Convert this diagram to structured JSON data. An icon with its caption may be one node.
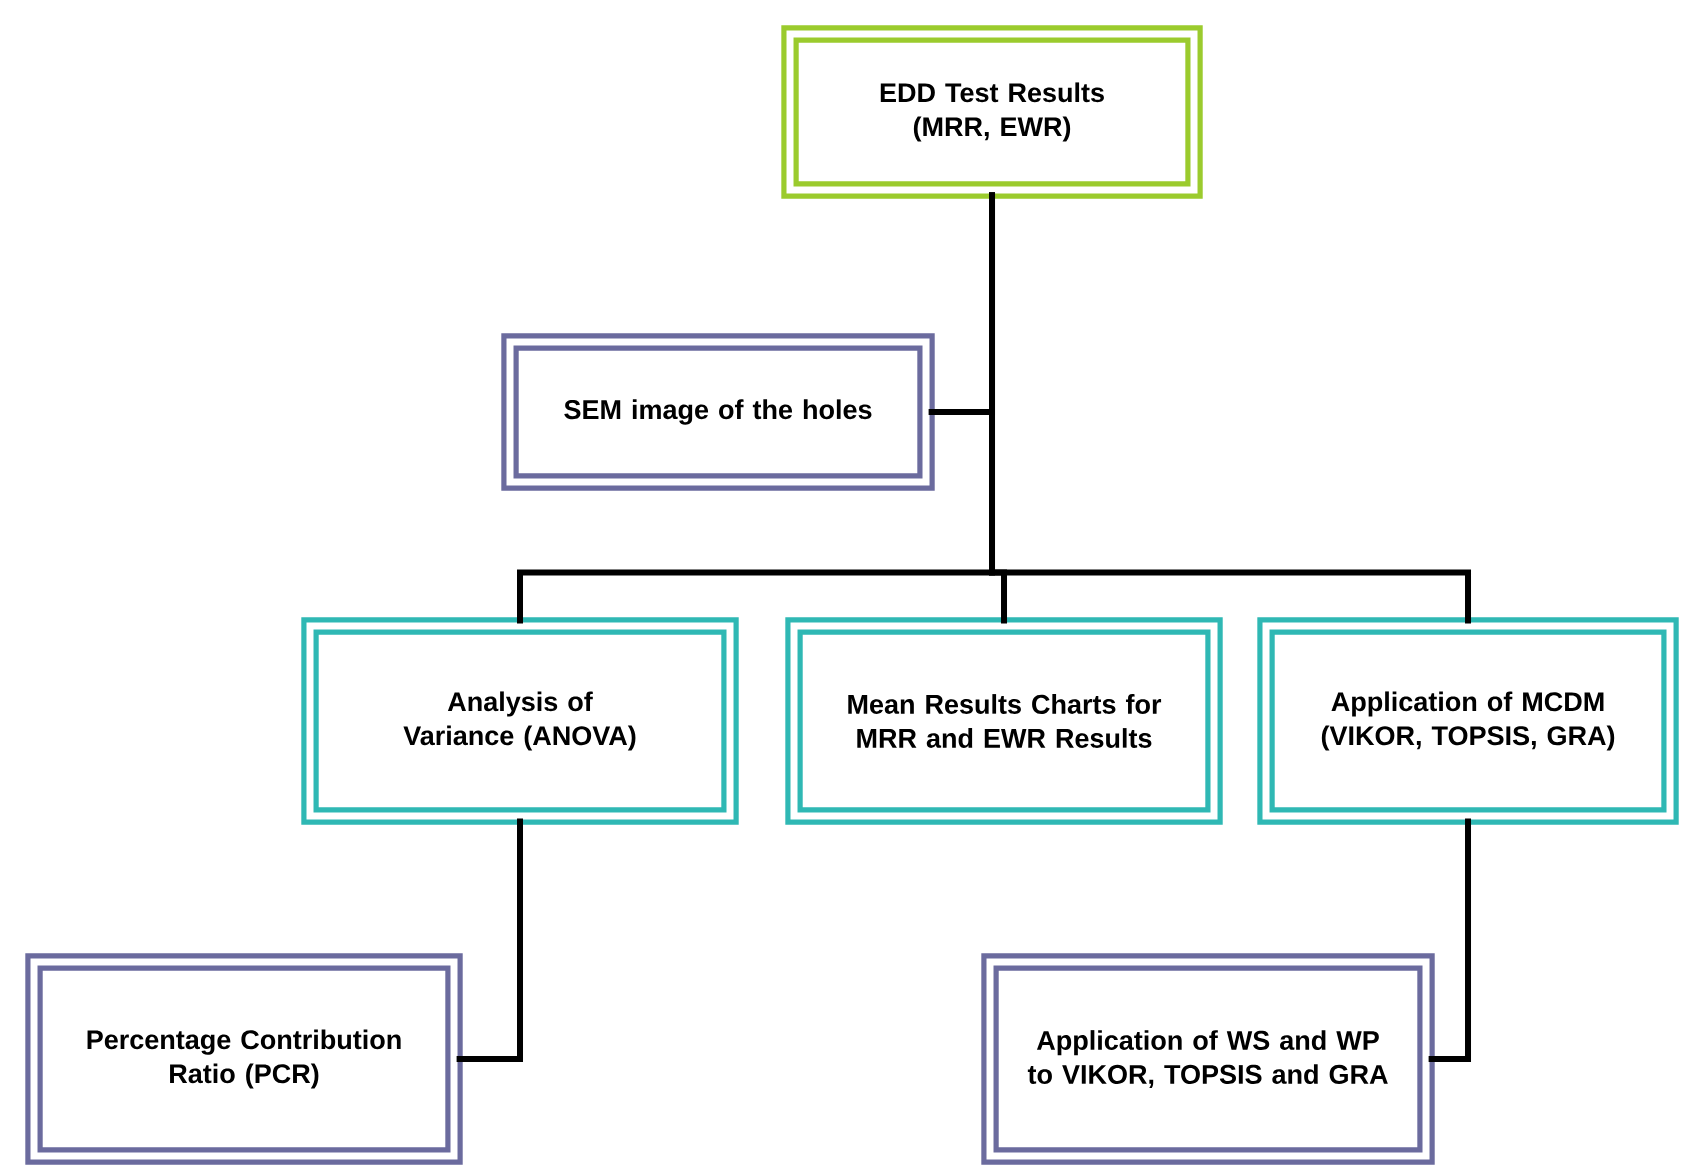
{
  "diagram": {
    "nodes": [
      {
        "text": [
          "EDD Test Results (MRR, EWR)"
        ]
      },
      {
        "text": [
          "SEM image of the holes"
        ]
      },
      {
        "text": [
          "Analysis of Variance (ANOVA)"
        ]
      },
      {
        "text": [
          "Mean Results Charts for MRR and EWR Results"
        ]
      },
      {
        "text": [
          "Application of MCDM (VIKOR, TOPSIS, GRA)"
        ]
      },
      {
        "text": [
          "Percentage Contribution Ratio (PCR)"
        ]
      },
      {
        "text": [
          "Application of WS and WP to VIKOR, TOPSIS and GRA"
        ]
      }
    ],
    "edges": [
      {
        "from": 0,
        "to": 1,
        "arrow": "none"
      },
      {
        "from": 0,
        "to": 2,
        "arrow": "none"
      },
      {
        "from": 0,
        "to": 3,
        "arrow": "none"
      },
      {
        "from": 0,
        "to": 4,
        "arrow": "none"
      },
      {
        "from": 2,
        "to": 5,
        "arrow": "none"
      },
      {
        "from": 4,
        "to": 6,
        "arrow": "none"
      }
    ]
  }
}
